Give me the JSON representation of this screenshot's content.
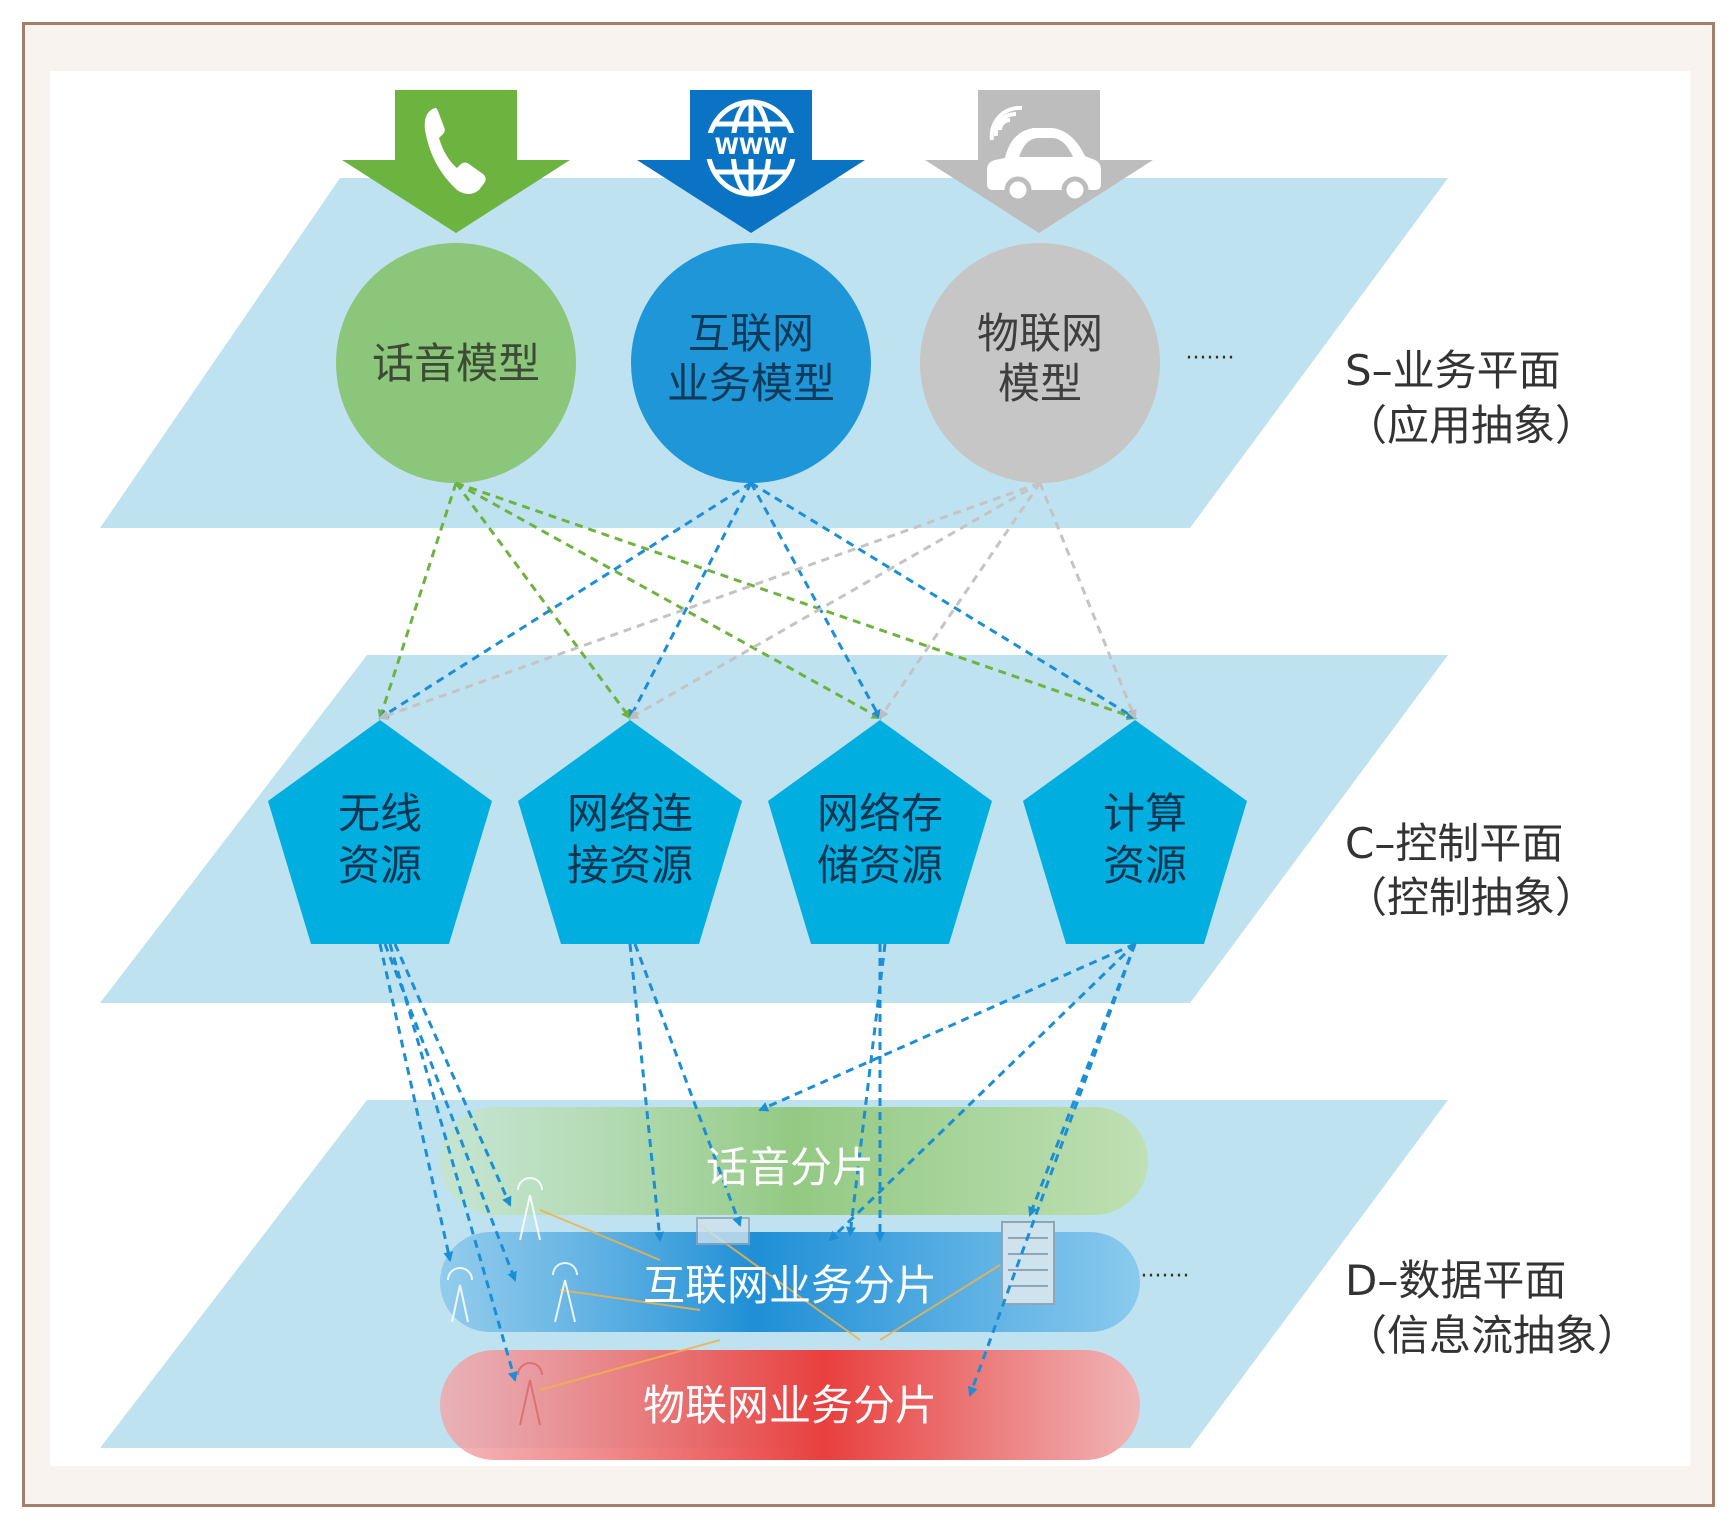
{
  "colors": {
    "plane": "#bfe2f1",
    "voice_green": "#8cc67a",
    "voice_arrow": "#6db33f",
    "internet_blue": "#1e96d8",
    "internet_arrow": "#0a73c4",
    "iot_gray": "#c6c6c6",
    "iot_arrow": "#b9b9b9",
    "pentagon": "#00aee0",
    "voice_slice": "#a9d59b",
    "internet_slice": "#2a98d8",
    "iot_slice": "#e84a4a",
    "frame": "#a37f6b"
  },
  "icons": [
    "phone-icon",
    "globe-www-icon",
    "connected-car-icon",
    "cell-tower-icon",
    "server-rack-icon"
  ],
  "service_plane": {
    "models": [
      {
        "line1": "话音模型",
        "line2": ""
      },
      {
        "line1": "互联网",
        "line2": "业务模型"
      },
      {
        "line1": "物联网",
        "line2": "模型"
      }
    ],
    "ellipsis": "·······",
    "label_line1": "S–业务平面",
    "label_line2": "（应用抽象）",
    "globe_text": "WWW"
  },
  "control_plane": {
    "resources": [
      {
        "line1": "无线",
        "line2": "资源"
      },
      {
        "line1": "网络连",
        "line2": "接资源"
      },
      {
        "line1": "网络存",
        "line2": "储资源"
      },
      {
        "line1": "计算",
        "line2": "资源"
      }
    ],
    "label_line1": "C–控制平面",
    "label_line2": "（控制抽象）"
  },
  "data_plane": {
    "slices": [
      "话音分片",
      "互联网业务分片",
      "物联网业务分片"
    ],
    "ellipsis": "·······",
    "label_line1": "D–数据平面",
    "label_line2": "（信息流抽象）"
  }
}
